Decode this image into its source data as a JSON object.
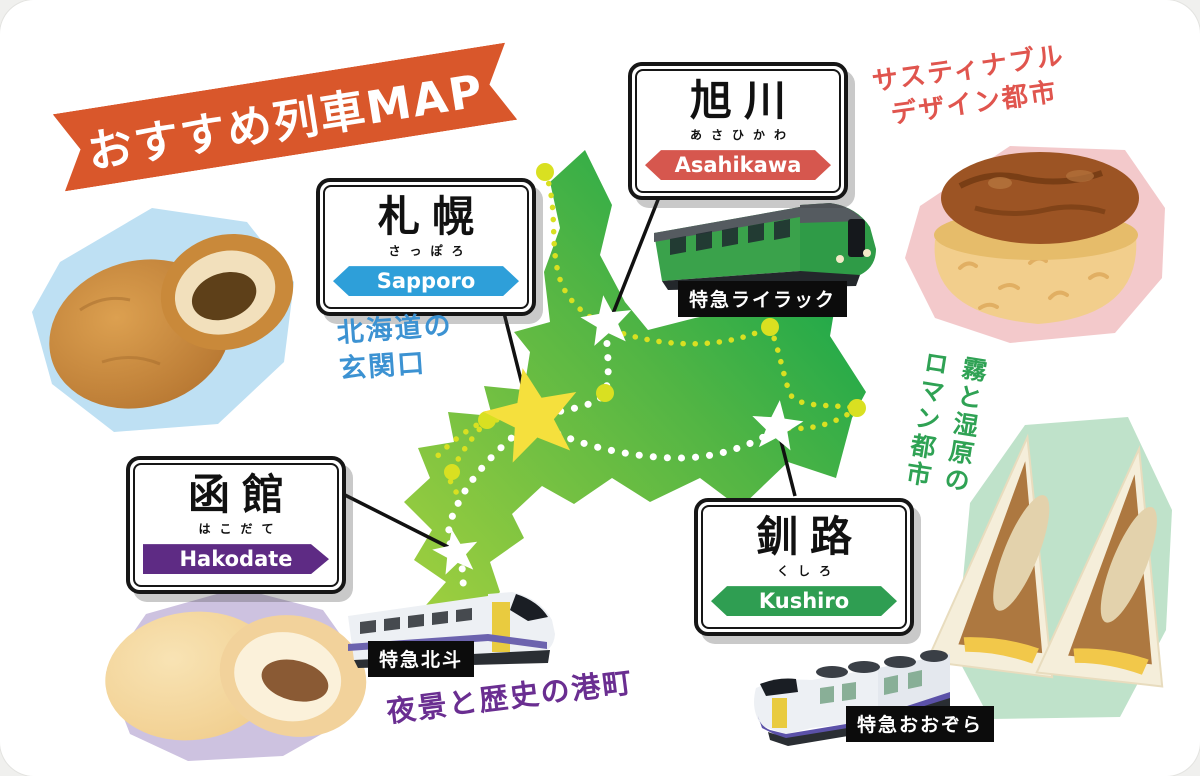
{
  "banner": {
    "title": "おすすめ列車MAP",
    "color": "#D9572B"
  },
  "map": {
    "land_light": "#A8D23E",
    "land_dark": "#00A14E",
    "route_main_color": "#FFFFFF",
    "route_sub_color": "#D9E021",
    "star_sapporo_color": "#F5E03D",
    "star_other_color": "#FFFFFF"
  },
  "stations": {
    "asahikawa": {
      "kanji": "旭川",
      "kana": "あさひかわ",
      "romaji": "Asahikawa",
      "bar_color": "#D6574E"
    },
    "sapporo": {
      "kanji": "札幌",
      "kana": "さっぽろ",
      "romaji": "Sapporo",
      "bar_color": "#2E9FD9"
    },
    "hakodate": {
      "kanji": "函館",
      "kana": "はこだて",
      "romaji": "Hakodate",
      "bar_color": "#5E2B84"
    },
    "kushiro": {
      "kanji": "釧路",
      "kana": "くしろ",
      "romaji": "Kushiro",
      "bar_color": "#2F9E52"
    }
  },
  "trains": {
    "lilac": {
      "label": "特急ライラック"
    },
    "hokuto": {
      "label": "特急北斗"
    },
    "ozora": {
      "label": "特急おおぞら"
    }
  },
  "notes": {
    "sustainable": {
      "line1": "サスティナブル",
      "line2": "デザイン都市",
      "color": "#E0554E"
    },
    "gateway": {
      "line1": "北海道の",
      "line2": "玄関口",
      "color": "#3C92D2"
    },
    "marsh": {
      "line1": "霧と湿原の",
      "line2": "ロマン都市",
      "color": "#2FA254"
    },
    "port": {
      "line1": "夜景と歴史の港町",
      "color": "#6A2E91"
    }
  },
  "foods": {
    "curry_bread": {
      "bg_color": "#BEE0F3"
    },
    "baked_rice": {
      "bg_color": "#F3C9CB"
    },
    "melon_pan": {
      "bg_color": "#CDC2E0"
    },
    "katsu_sandwich": {
      "bg_color": "#BFE2CA"
    }
  }
}
